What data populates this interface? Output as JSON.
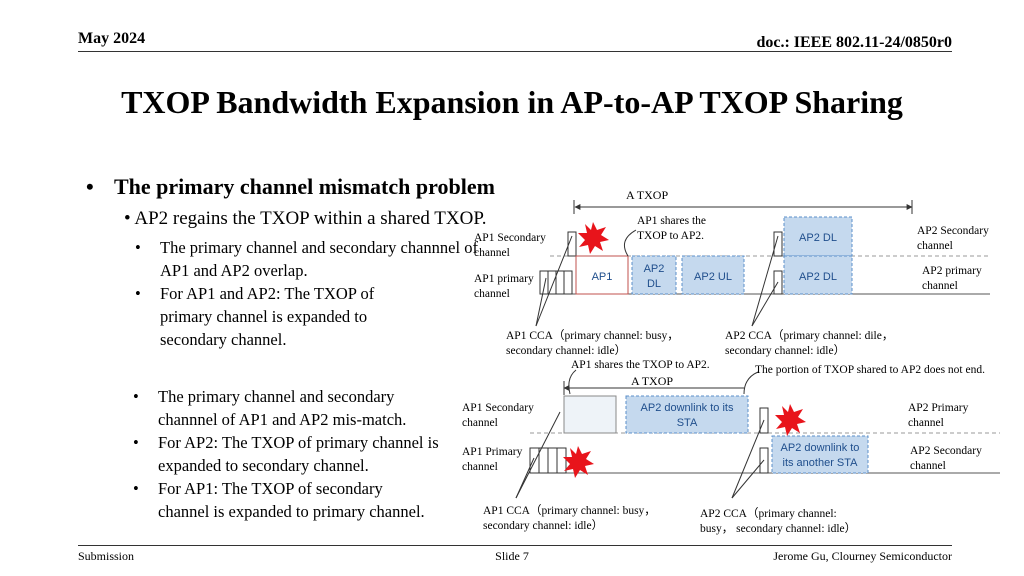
{
  "header": {
    "date": "May 2024",
    "doc": "doc.: IEEE 802.11-24/0850r0"
  },
  "title": "TXOP Bandwidth Expansion in AP-to-AP TXOP Sharing",
  "bullets": {
    "main": "The primary channel mismatch problem",
    "sub": "AP2 regains the TXOP within a shared TXOP.",
    "group1": [
      "The primary channel and secondary channnel of AP1 and AP2 overlap.",
      "For AP1 and AP2: The TXOP of primary channel is expanded to secondary channel."
    ],
    "group2": [
      "The primary channel and secondary channnel of AP1 and AP2 mis-match.",
      "For AP2: The TXOP of primary channel is expanded to secondary channel.",
      "For AP1: The TXOP of secondary channel is expanded to primary channel."
    ]
  },
  "diagram1": {
    "txop_label": "A TXOP",
    "ap1_shares": [
      "AP1 shares the",
      "TXOP to AP2."
    ],
    "ap1_secondary": [
      "AP1 Secondary",
      "channel"
    ],
    "ap1_primary": [
      "AP1 primary",
      "channel"
    ],
    "ap2_secondary": [
      "AP2 Secondary",
      "channel"
    ],
    "ap2_primary": [
      "AP2  primary",
      "channel"
    ],
    "blocks": {
      "ap1": "AP1",
      "ap2dl_a": "AP2",
      "ap2dl_b": "DL",
      "ap2ul": "AP2 UL",
      "ap2dl_top": "AP2 DL",
      "ap2dl_bottom": "AP2 DL"
    },
    "ap1_cca": [
      "AP1 CCA（primary channel: busy，",
      "secondary channel: idle）"
    ],
    "ap2_cca": [
      "AP2 CCA（primary channel: dile，",
      "secondary channel: idle）"
    ]
  },
  "diagram2": {
    "ap1_shares": "AP1 shares the TXOP to AP2.",
    "portion_note": "The portion of TXOP shared to AP2 does not end.",
    "txop_label": "A TXOP",
    "ap1_secondary": [
      "AP1 Secondary",
      "channel"
    ],
    "ap1_primary": [
      "AP1 Primary",
      "channel"
    ],
    "ap2_primary": [
      "AP2 Primary",
      "channel"
    ],
    "ap2_secondary": [
      "AP2 Secondary",
      "channel"
    ],
    "blocks": {
      "dl_sta": [
        "AP2 downlink to its",
        "STA"
      ],
      "dl_another": [
        "AP2 downlink to",
        "its another STA"
      ]
    },
    "ap1_cca": [
      "AP1 CCA（primary channel: busy，",
      "secondary channel: idle）"
    ],
    "ap2_cca": [
      "AP2 CCA（primary channel:",
      "busy， secondary channel: idle）"
    ]
  },
  "footer": {
    "left": "Submission",
    "center": "Slide 7",
    "right": "Jerome Gu, Clourney Semiconductor"
  },
  "colors": {
    "block_fill": "#c5d9ee",
    "block_stroke": "#5b8fc9",
    "block_text": "#1f4e8c",
    "burst": "#e8141b"
  }
}
